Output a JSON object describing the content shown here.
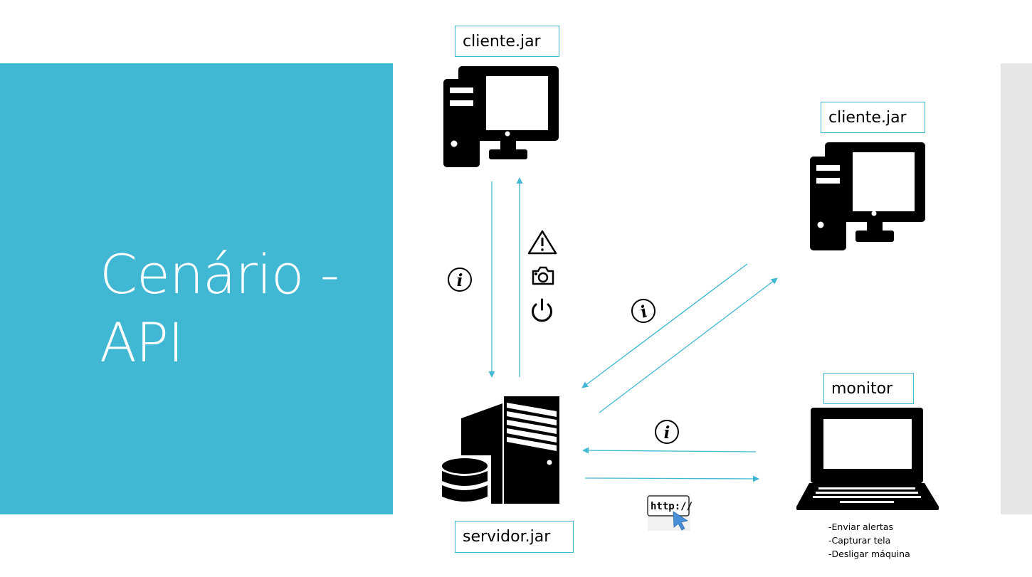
{
  "slide": {
    "title_line1": "Cenário -",
    "title_line2": "API"
  },
  "nodes": {
    "client_top": {
      "label": "cliente.jar",
      "icon": "desktop-computer-icon"
    },
    "client_right": {
      "label": "cliente.jar",
      "icon": "desktop-computer-icon"
    },
    "server": {
      "label": "servidor.jar",
      "icon": "server-database-icon"
    },
    "monitor": {
      "label": "monitor",
      "icon": "laptop-icon"
    }
  },
  "http_badge": {
    "text": "http://",
    "icon": "http-cursor-icon"
  },
  "monitor_actions": [
    "-Enviar alertas",
    "-Capturar tela",
    "-Desligar máquina"
  ],
  "colors": {
    "accent": "#41b8d3",
    "panel_gray": "#e6e6e6",
    "icon_black": "#000000",
    "cursor_blue": "#4a90d9"
  }
}
